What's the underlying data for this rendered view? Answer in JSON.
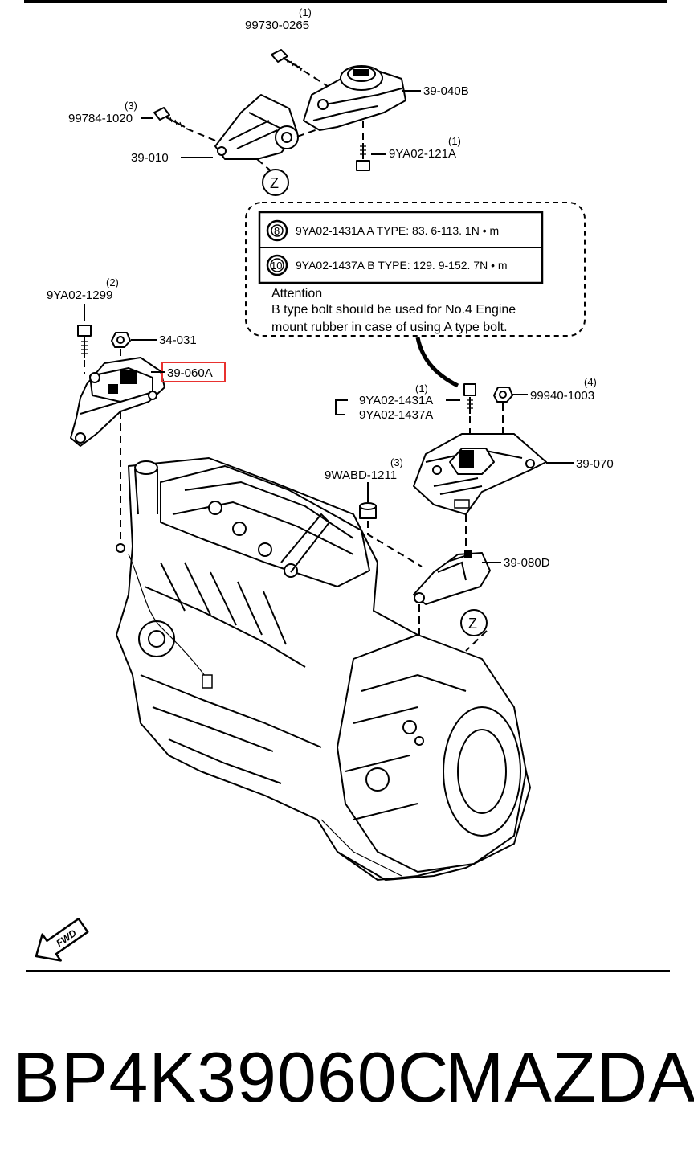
{
  "labels": {
    "bolt_top": "99730-0265",
    "bolt_top_qty": "(1)",
    "mount_408": "39-040B",
    "bolt_left": "99784-1020",
    "bolt_left_qty": "(3)",
    "bracket_010": "39-010",
    "bolt_121": "9YA02-121A",
    "bolt_121_qty": "(1)",
    "bolt_1299": "9YA02-1299",
    "bolt_1299_qty": "(2)",
    "nut_031": "34-031",
    "mount_060": "39-060A",
    "bolt_1431": "9YA02-1431A",
    "bolt_1437": "9YA02-1437A",
    "bolt_1431_qty": "(1)",
    "nut_99940": "99940-1003",
    "nut_99940_qty": "(4)",
    "mount_070": "39-070",
    "nut_9wabd": "9WABD-1211",
    "nut_9wabd_qty": "(3)",
    "bracket_080": "39-080D",
    "z_marker": "Z"
  },
  "note": {
    "row_a_marker": "8",
    "row_a_text": "9YA02-1431A  A TYPE: 83. 6-113. 1N • m",
    "row_b_marker": "10",
    "row_b_text": "9YA02-1437A  B TYPE: 129. 9-152. 7N • m",
    "attention_title": "Attention",
    "attention_line1": "B type bolt should be used for No.4 Engine",
    "attention_line2": "mount rubber in case of using A type bolt."
  },
  "fwd_label": "FWD",
  "footer": {
    "part_number": "BP4K39060C",
    "brand": "MAZDA"
  },
  "colors": {
    "highlight": "#e8312f",
    "ink": "#000000"
  }
}
